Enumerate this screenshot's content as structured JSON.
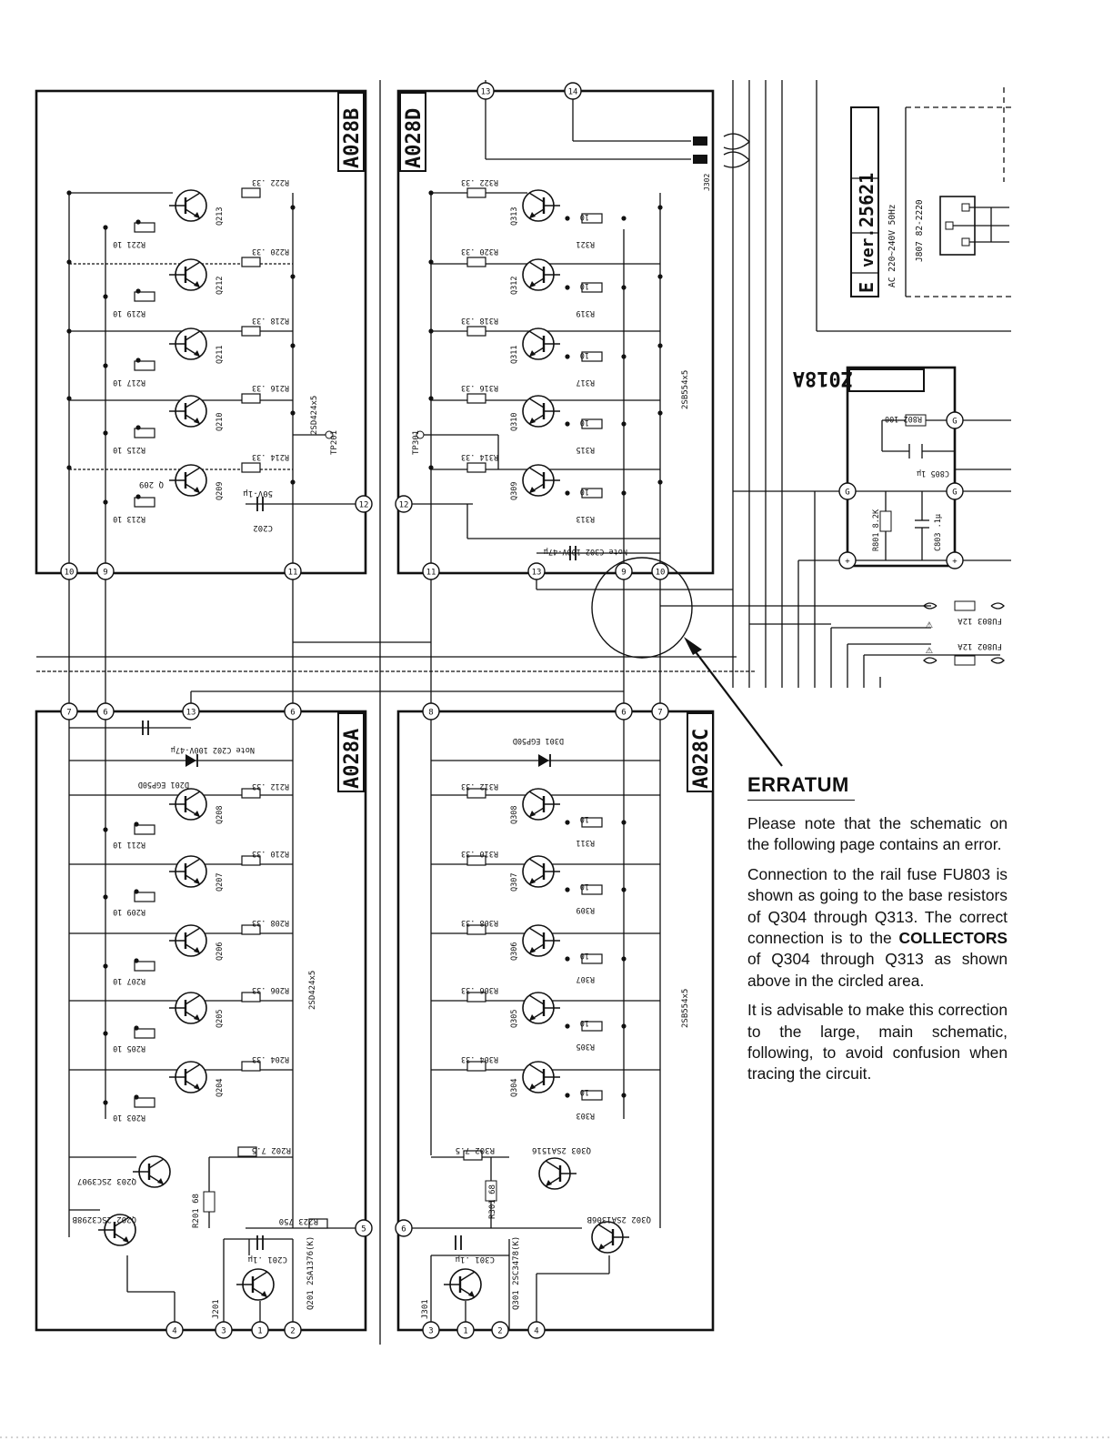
{
  "boards": {
    "b": "A028B",
    "d": "A028D",
    "a": "A028A",
    "c": "A028C",
    "z": "Z018A"
  },
  "version_box": {
    "prefix": "E",
    "ver": "ver.",
    "number": "25621",
    "ac": "AC 220~240V 50Hz",
    "jack": "J807 82-2220"
  },
  "parts": {
    "b_transistors": [
      "Q213",
      "Q212",
      "Q211",
      "Q210",
      "Q209"
    ],
    "b_emitter_r": [
      "R222 .33",
      "R220 .33",
      "R218 .33",
      "R216 .33",
      "R214 .33"
    ],
    "b_base_r": [
      "R221 10",
      "R219 10",
      "R217 10",
      "R215 10",
      "R213 10"
    ],
    "b_type": "2SD424x5",
    "b_tp": "TP201",
    "b_cap": "C202",
    "b_cap_val": "50V-1µ",
    "b_q209": "Q 209",
    "d_transistors": [
      "Q313",
      "Q312",
      "Q311",
      "Q310",
      "Q309"
    ],
    "d_emitter_r": [
      "R322 .33",
      "R320 .33",
      "R318 .33",
      "R316 .33",
      "R314 .33"
    ],
    "d_base_r": [
      "R321",
      "R319",
      "R317",
      "R315",
      "R313"
    ],
    "d_type": "2SB554x5",
    "d_tp": "TP301",
    "d_j": "J302",
    "d_cap": "Note C302 100V-47µ",
    "a_transistors": [
      "Q208",
      "Q207",
      "Q206",
      "Q205",
      "Q204"
    ],
    "a_emitter_r": [
      "R212 .33",
      "R210 .33",
      "R208 .33",
      "R206 .33",
      "R204 .33"
    ],
    "a_base_r": [
      "R211 10",
      "R209 10",
      "R207 10",
      "R205 10",
      "R203 10"
    ],
    "a_type": "2SD424x5",
    "a_diode": "D201 EGP50D",
    "a_cap": "Note C202 100V-47µ",
    "a_r202": "R202 7.5",
    "a_r201": "R201 68",
    "a_r223": "R223 750",
    "a_q203": "Q203 2SC3907",
    "a_q202": "Q202 2SC3298B",
    "a_q201": "Q201 2SA1376(K)",
    "a_c201": "C201 .1µ",
    "a_j": "J201",
    "c_transistors": [
      "Q308",
      "Q307",
      "Q306",
      "Q305",
      "Q304"
    ],
    "c_emitter_r": [
      "R312 .33",
      "R310 .33",
      "R308 .33",
      "R306 .33",
      "R304 .33"
    ],
    "c_base_r": [
      "R311",
      "R309",
      "R307",
      "R305",
      "R303"
    ],
    "c_type": "2SB554x5",
    "c_diode": "D301 EGP50D",
    "c_r302": "R302 7.5",
    "c_r301": "R301 68",
    "c_q303": "Q303 2SA1516",
    "c_q302": "Q302 2SA1306B",
    "c_q301": "Q301 2SC3478(K)",
    "c_c301": "C301 .1µ",
    "c_j": "J301",
    "z_r802": "R802 100",
    "z_c805": "C805 1µ",
    "z_r801": "R801 8.2K",
    "z_c803": "C803 .1µ",
    "fu803": "FU803 12A",
    "fu802": "FU802 12A",
    "ten": "10"
  },
  "nodes": {
    "b": [
      "10",
      "9",
      "12",
      "11"
    ],
    "d": [
      "12",
      "11",
      "13",
      "9",
      "10",
      "13",
      "14"
    ],
    "a": [
      "7",
      "6",
      "13",
      "6",
      "5",
      "4",
      "3",
      "1",
      "2"
    ],
    "c": [
      "8",
      "6",
      "7",
      "6",
      "4",
      "3",
      "1",
      "2"
    ],
    "z": [
      "G",
      "G",
      "G",
      "+",
      "+"
    ]
  },
  "erratum": {
    "title": "ERRATUM",
    "p1": "Please note that the schematic on the following page contains an error.",
    "p2a": "Connection to the rail fuse FU803 is shown as going to the base resistors of Q304 through Q313. The correct connection is to the ",
    "p2b": "COLLECTORS",
    "p2c": " of Q304 through Q313 as shown above in the circled area.",
    "p3": "It is advisable to make this correction to the large, main schematic, following, to avoid confusion when tracing the circuit."
  }
}
